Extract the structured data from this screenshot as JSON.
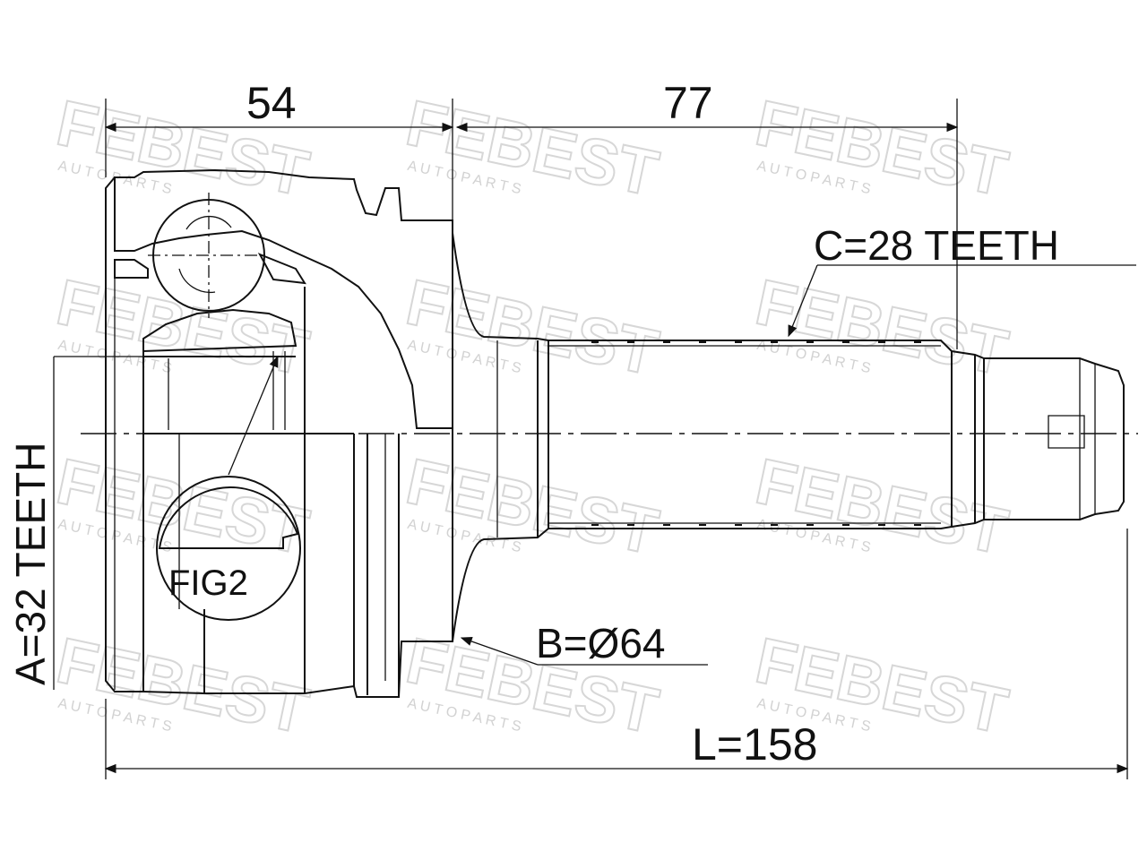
{
  "dimensions": {
    "length_joint": "54",
    "length_shaft": "77",
    "total_length": "L=158",
    "outer_diameter": "B=Ø64",
    "outer_splines": "C=28 TEETH",
    "inner_splines": "A=32 TEETH"
  },
  "figure_label": "FIG2",
  "watermark": {
    "brand": "FEBEST",
    "sub": "A U T O   P A R T S"
  },
  "colors": {
    "line": "#111111",
    "watermark": "#d7d7d7",
    "background": "#ffffff"
  }
}
